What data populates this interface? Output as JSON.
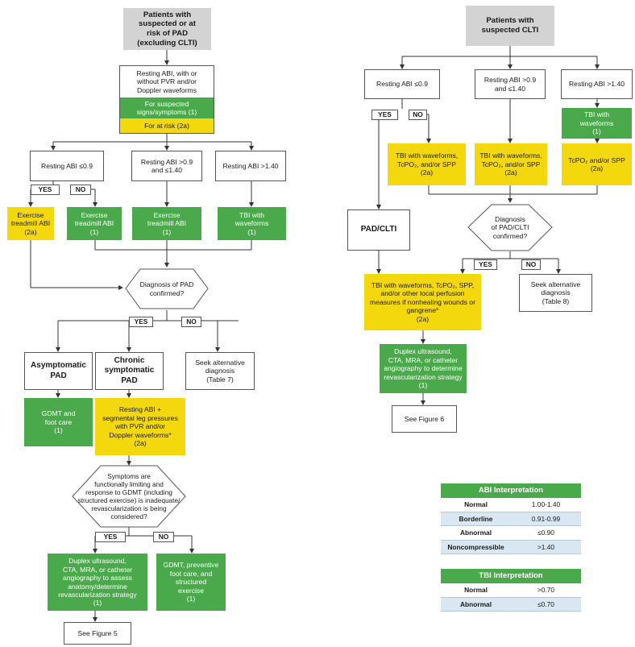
{
  "left": {
    "start": "Patients with\nsuspected or at\nrisk of PAD\n(excluding CLTI)",
    "resting_abi_main": "Resting ABI, with or\nwithout PVR and/or\nDoppler waveforms",
    "suspected": "For suspected\nsigns/symptoms (1)",
    "at_risk": "For at risk (2a)",
    "abi_low": "Resting ABI ≤0.9",
    "abi_mid": "Resting ABI >0.9\nand ≤1.40",
    "abi_high": "Resting ABI >1.40",
    "yes": "YES",
    "no": "NO",
    "ex_treadmill_2a": "Exercise\ntreadmill ABI\n(2a)",
    "ex_treadmill_1a": "Exercise\ntreadmill ABI\n(1)",
    "ex_treadmill_1b": "Exercise\ntreadmill ABI\n(1)",
    "tbi_waveforms": "TBI with\nwaveforms\n(1)",
    "diag_confirmed": "Diagnosis of PAD\nconfirmed?",
    "asymptomatic": "Asymptomatic\nPAD",
    "chronic": "Chronic\nsymptomatic\nPAD",
    "seek_alt": "Seek alternative\ndiagnosis\n(Table 7)",
    "gdmt_foot": "GDMT and\nfoot care\n(1)",
    "segmental": "Resting ABI +\nsegmental leg pressures\nwith PVR and/or\nDoppler waveforms*\n(2a)",
    "symptoms_q": "Symptoms are\nfunctionally limiting and\nresponse to GDMT (including\nstructured exercise) is inadequate/\nrevascularization is being\nconsidered?",
    "duplex": "Duplex ultrasound,\nCTA, MRA, or catheter\nangiography to assess\nanatomy/determine\nrevascularization strategy\n(1)",
    "gdmt_prev": "GDMT, preventive\nfoot care, and\nstructured\nexercise\n(1)",
    "see_fig5": "See Figure 5"
  },
  "right": {
    "start": "Patients with\nsuspected CLTI",
    "abi_low": "Resting ABI ≤0.9",
    "abi_mid": "Resting ABI >0.9\nand ≤1.40",
    "abi_high": "Resting ABI >1.40",
    "yes": "YES",
    "no": "NO",
    "tbi_waveforms": "TBI with\nwaveforms\n(1)",
    "tbi_tcpo2_a": "TBI with waveforms,\nTcPO₂, and/or SPP\n(2a)",
    "tbi_tcpo2_b": "TBI with waveforms,\nTcPO₂, and/or SPP\n(2a)",
    "tcpo2_spp": "TcPO₂ and/or SPP\n(2a)",
    "pad_clti": "PAD/CLTI",
    "diag_q": "Diagnosis\nof PAD/CLTI\nconfirmed?",
    "perfusion": "TBI with waveforms, TcPO₂, SPP,\nand/or other local perfusion\nmeasures if nonhealing wounds or\ngangrene*\n(2a)",
    "seek_alt": "Seek alternative\ndiagnosis\n(Table 8)",
    "duplex": "Duplex ultrasound,\nCTA, MRA, or catheter\nangiography to determine\nrevascularization strategy\n(1)",
    "see_fig6": "See Figure 6"
  },
  "abi_table": {
    "title": "ABI Interpretation",
    "rows": [
      {
        "label": "Normal",
        "value": "1.00-1.40"
      },
      {
        "label": "Borderline",
        "value": "0.91-0.99"
      },
      {
        "label": "Abnormal",
        "value": "≤0.90"
      },
      {
        "label": "Noncompressible",
        "value": ">1.40"
      }
    ]
  },
  "tbi_table": {
    "title": "TBI Interpretation",
    "rows": [
      {
        "label": "Normal",
        "value": ">0.70"
      },
      {
        "label": "Abnormal",
        "value": "≤0.70"
      }
    ]
  },
  "colors": {
    "green": "#4aa94a",
    "yellow": "#f4d80e",
    "gray": "#d3d3d3",
    "light_blue": "#d9e7f3"
  }
}
